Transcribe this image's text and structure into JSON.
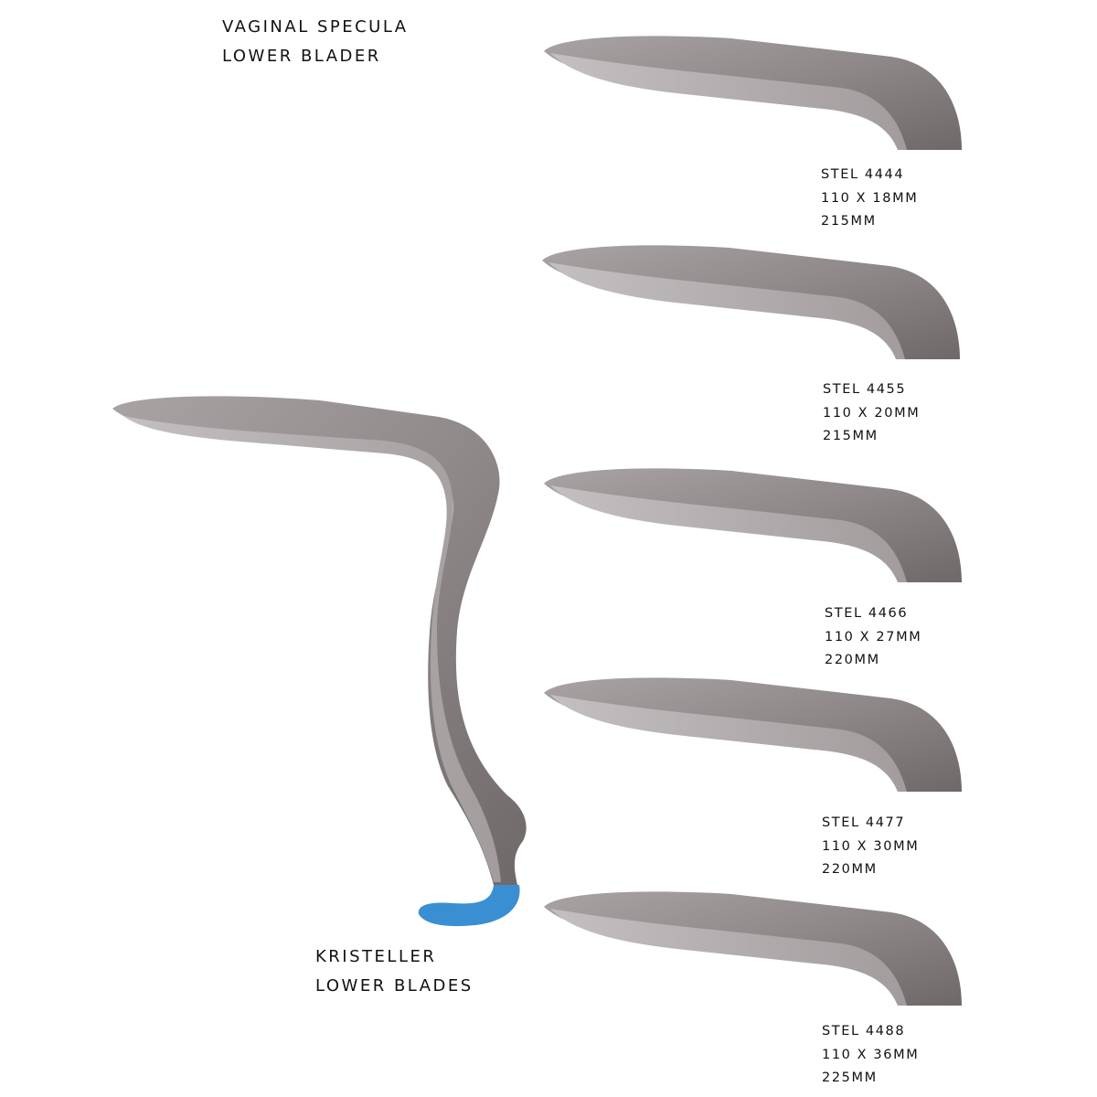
{
  "header": {
    "line1": "VAGINAL SPECULA",
    "line2": "LOWER BLADER"
  },
  "kristeller": {
    "line1": "KRISTELLER",
    "line2": "LOWER BLADES",
    "handle_color": "#3a8fd3"
  },
  "blade_color": "#8c8586",
  "products": [
    {
      "code": "STEL 4444",
      "size": "110 X 18MM",
      "length": "215MM"
    },
    {
      "code": "STEL 4455",
      "size": "110 X 20MM",
      "length": "215MM"
    },
    {
      "code": "STEL 4466",
      "size": "110 X 27MM",
      "length": "220MM"
    },
    {
      "code": "STEL 4477",
      "size": "110 X 30MM",
      "length": "220MM"
    },
    {
      "code": "STEL 4488",
      "size": "110 X 36MM",
      "length": "225MM"
    }
  ]
}
